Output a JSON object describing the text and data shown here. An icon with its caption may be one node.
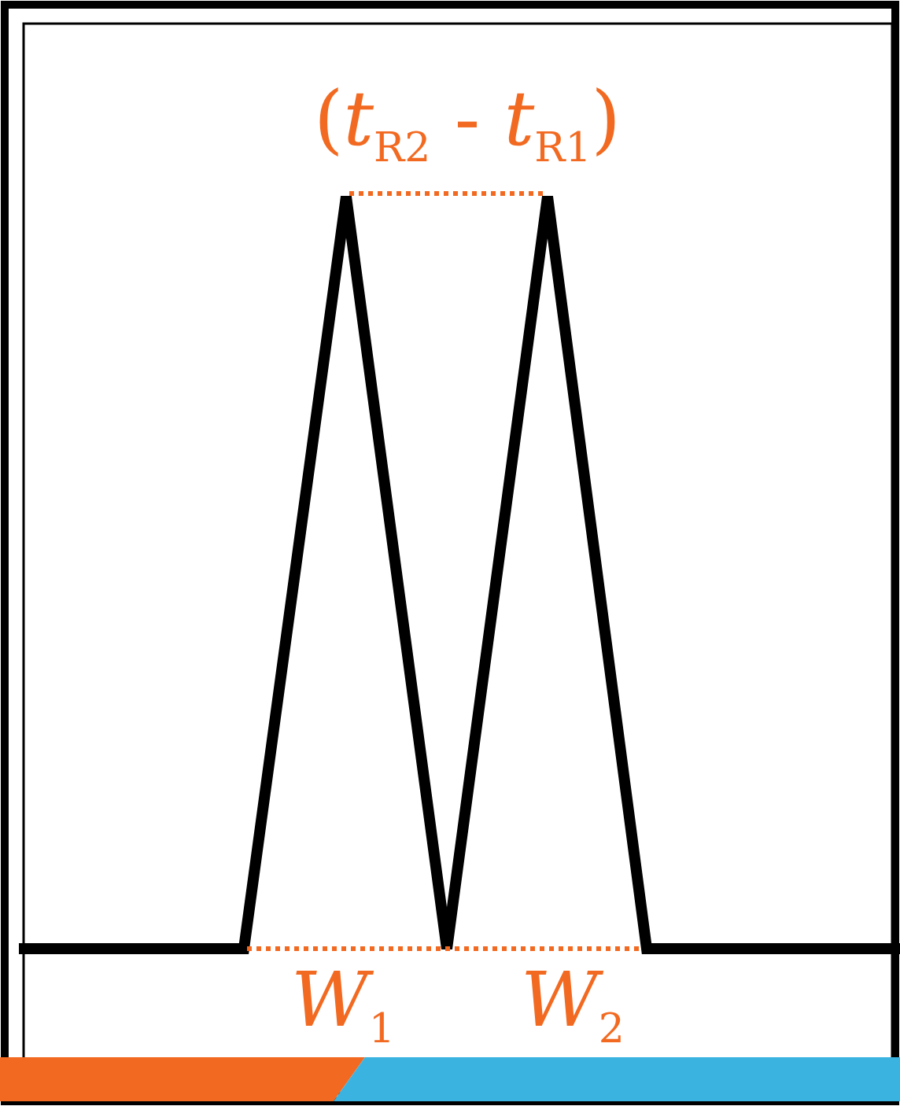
{
  "diagram": {
    "labels": [
      "(*t*$_{R2}$ - *t*$_{R1}$)",
      "*W*$_{1}$",
      "*W*$_{2}$"
    ]
  }
}
